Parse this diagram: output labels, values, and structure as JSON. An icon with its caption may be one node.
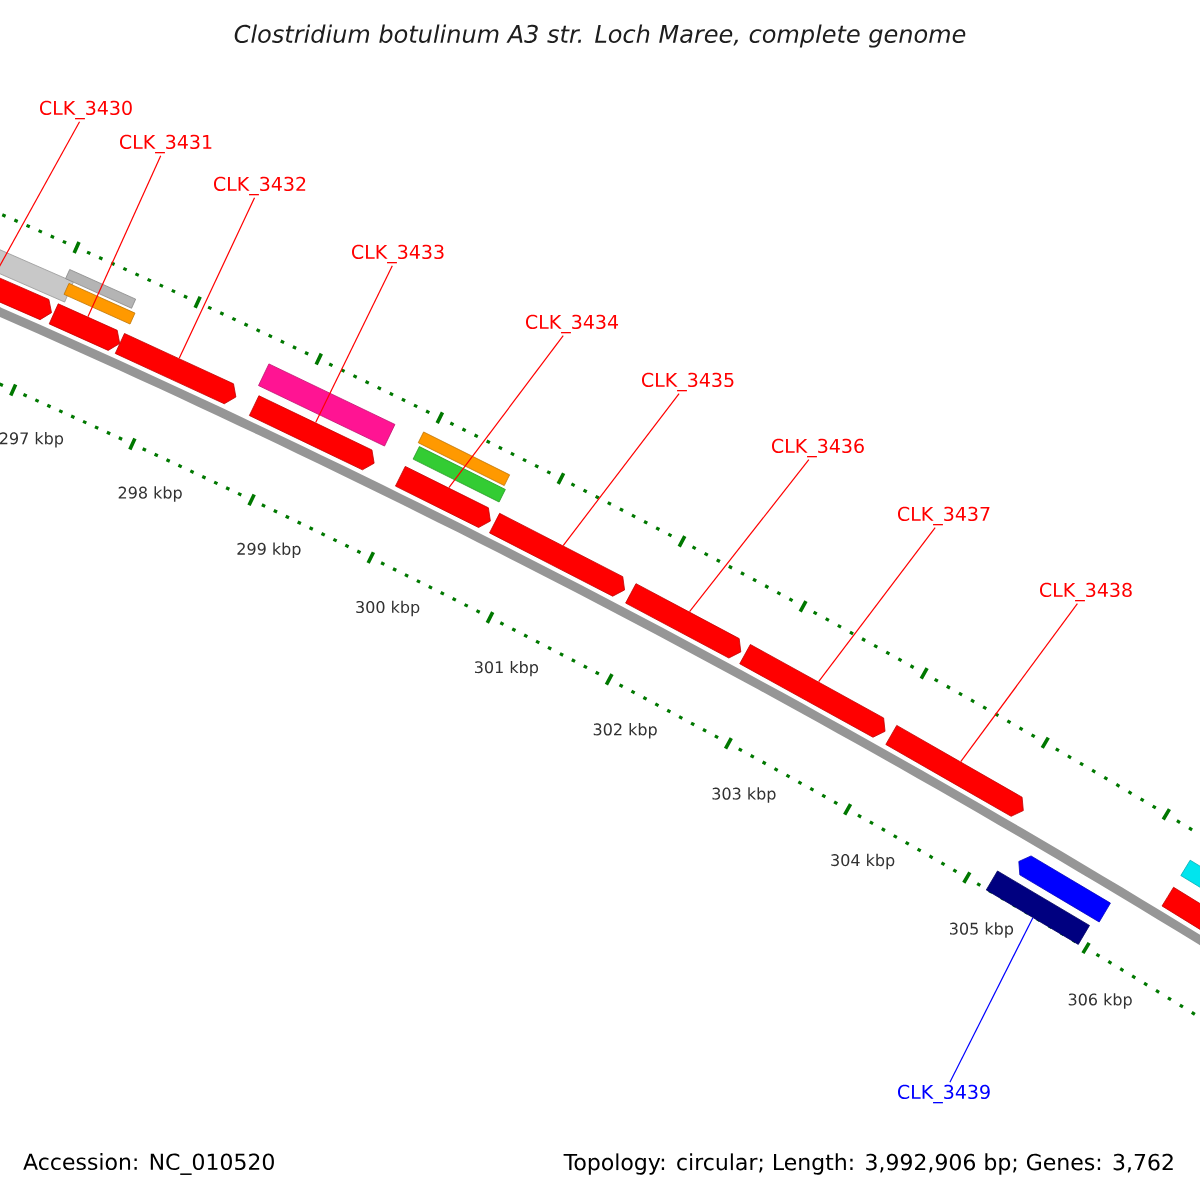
{
  "diagram": {
    "title": "Clostridium botulinum A3 str. Loch Maree, complete genome",
    "nodes": [
      {
        "text": [
          "CLK_3430"
        ]
      },
      {
        "text": [
          "CLK_3431"
        ]
      },
      {
        "text": [
          "CLK_3432"
        ]
      },
      {
        "text": [
          "CLK_3433"
        ]
      },
      {
        "text": [
          "CLK_3434"
        ]
      },
      {
        "text": [
          "CLK_3435"
        ]
      },
      {
        "text": [
          "CLK_3436"
        ]
      },
      {
        "text": [
          "CLK_3437"
        ]
      },
      {
        "text": [
          "CLK_3438"
        ]
      },
      {
        "text": [
          "CLK_3439"
        ]
      },
      {
        "text": [],
        "shape": "bar"
      },
      {
        "text": [],
        "shape": "arrow"
      },
      {
        "text": [],
        "shape": "bar"
      },
      {
        "text": [],
        "shape": "bar"
      },
      {
        "text": [],
        "shape": "arrow"
      },
      {
        "text": [],
        "shape": "arrow"
      },
      {
        "text": [],
        "shape": "bar"
      },
      {
        "text": [],
        "shape": "arrow"
      },
      {
        "text": [],
        "shape": "bar"
      },
      {
        "text": [],
        "shape": "bar"
      },
      {
        "text": [],
        "shape": "arrow"
      },
      {
        "text": [],
        "shape": "arrow"
      },
      {
        "text": [],
        "shape": "arrow"
      },
      {
        "text": [],
        "shape": "arrow"
      },
      {
        "text": [],
        "shape": "arrow"
      },
      {
        "text": [],
        "shape": "bar"
      },
      {
        "text": [],
        "shape": "arrow"
      },
      {
        "text": [],
        "shape": "bar"
      },
      {
        "text": [],
        "shape": "arrow"
      }
    ],
    "edges": [
      {
        "from": 0,
        "to": 11,
        "arrow": "none"
      },
      {
        "from": 1,
        "to": 14,
        "arrow": "none"
      },
      {
        "from": 2,
        "to": 15,
        "arrow": "none"
      },
      {
        "from": 3,
        "to": 17,
        "arrow": "none"
      },
      {
        "from": 4,
        "to": 20,
        "arrow": "none"
      },
      {
        "from": 5,
        "to": 21,
        "arrow": "none"
      },
      {
        "from": 6,
        "to": 22,
        "arrow": "none"
      },
      {
        "from": 7,
        "to": 23,
        "arrow": "none"
      },
      {
        "from": 8,
        "to": 24,
        "arrow": "none"
      },
      {
        "from": 9,
        "to": 25,
        "arrow": "none",
        "color": "#0000ff"
      }
    ],
    "labels": [
      "297 kbp",
      "298 kbp",
      "299 kbp",
      "300 kbp",
      "301 kbp",
      "302 kbp",
      "303 kbp",
      "304 kbp",
      "305 kbp",
      "306 kbp",
      "Accession: NC_010520",
      "Topology: circular; Length: 3,992,906 bp; Genes: 3,762"
    ]
  }
}
